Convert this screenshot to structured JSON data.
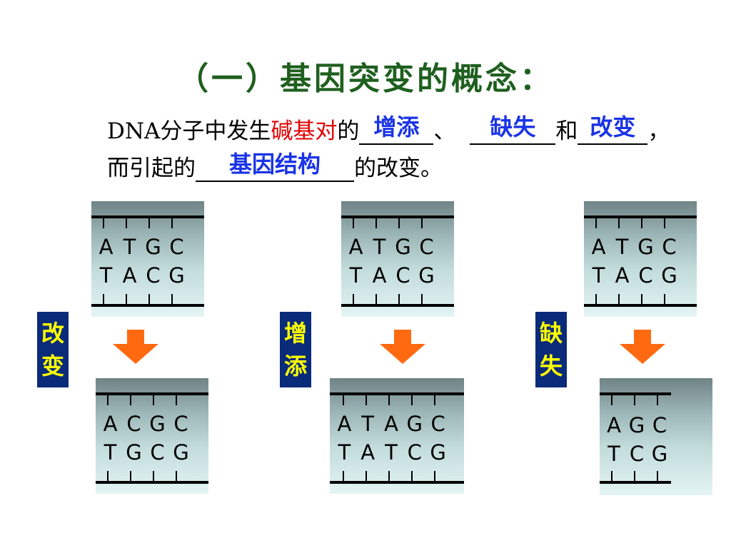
{
  "title": "（一）基因突变的概念：",
  "text": {
    "l1_prefix": "DNA分子中发生",
    "l1_red": "碱基对",
    "l1_de": "的",
    "l1_sep": "、",
    "l1_he": "和",
    "l1_comma": "，",
    "l2_prefix": "而引起的",
    "l2_suffix": "的改变。",
    "ans1": "增添",
    "ans2": "缺失",
    "ans3": "改变",
    "ans4": "基因结构"
  },
  "panels": [
    {
      "label1": "改",
      "label2": "变",
      "before_top": [
        "A",
        "T",
        "G",
        "C"
      ],
      "before_bottom": [
        "T",
        "A",
        "C",
        "G"
      ],
      "after_top": [
        "A",
        "C",
        "G",
        "C"
      ],
      "after_bottom": [
        "T",
        "G",
        "C",
        "G"
      ]
    },
    {
      "label1": "增",
      "label2": "添",
      "before_top": [
        "A",
        "T",
        "G",
        "C"
      ],
      "before_bottom": [
        "T",
        "A",
        "C",
        "G"
      ],
      "after_top": [
        "A",
        "T",
        "A",
        "G",
        "C"
      ],
      "after_bottom": [
        "T",
        "A",
        "T",
        "C",
        "G"
      ]
    },
    {
      "label1": "缺",
      "label2": "失",
      "before_top": [
        "A",
        "T",
        "G",
        "C"
      ],
      "before_bottom": [
        "T",
        "A",
        "C",
        "G"
      ],
      "after_top": [
        "A",
        "G",
        "C"
      ],
      "after_bottom": [
        "T",
        "C",
        "G"
      ]
    }
  ],
  "colors": {
    "title": "#1f5f1f",
    "highlight": "#e00000",
    "answer": "#1a33e6",
    "label_bg": "#0a2a7a",
    "label_text": "#ffff00",
    "arrow": "#ff6a10"
  },
  "icons": {
    "arrow": "down-arrow-icon"
  }
}
